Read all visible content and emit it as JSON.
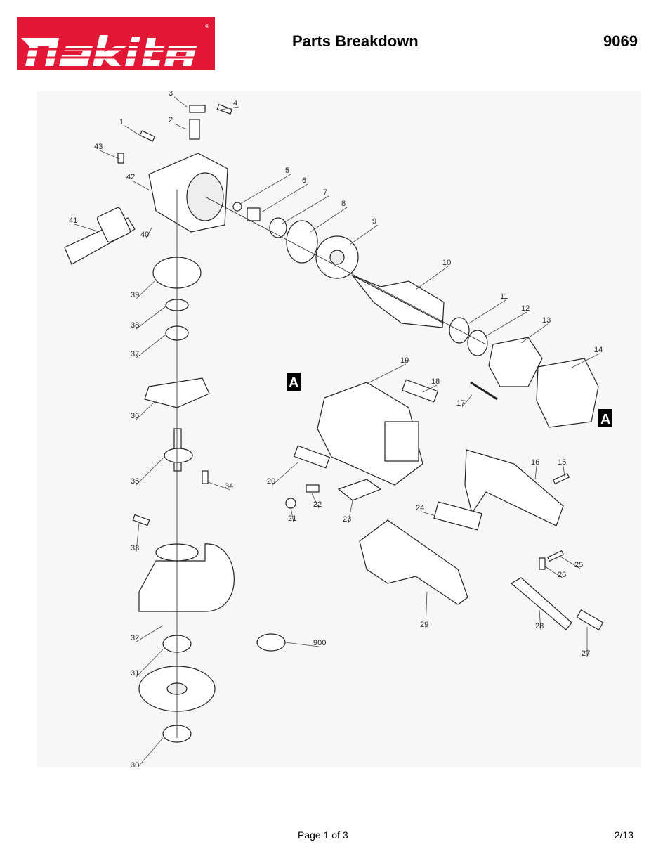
{
  "brand": {
    "name": "makita",
    "accent_color": "#e31837"
  },
  "header": {
    "title": "Parts Breakdown",
    "model": "9069"
  },
  "diagram": {
    "part_numbers": [
      "1",
      "2",
      "3",
      "4",
      "5",
      "6",
      "7",
      "8",
      "9",
      "10",
      "11",
      "12",
      "13",
      "14",
      "15",
      "16",
      "17",
      "18",
      "19",
      "20",
      "21",
      "22",
      "23",
      "24",
      "25",
      "26",
      "27",
      "28",
      "29",
      "30",
      "31",
      "32",
      "33",
      "34",
      "35",
      "36",
      "37",
      "38",
      "39",
      "40",
      "41",
      "42",
      "43",
      "900"
    ],
    "section_markers": [
      "A",
      "A"
    ]
  },
  "footer": {
    "page": "Page 1 of 3",
    "date": "2/13"
  }
}
